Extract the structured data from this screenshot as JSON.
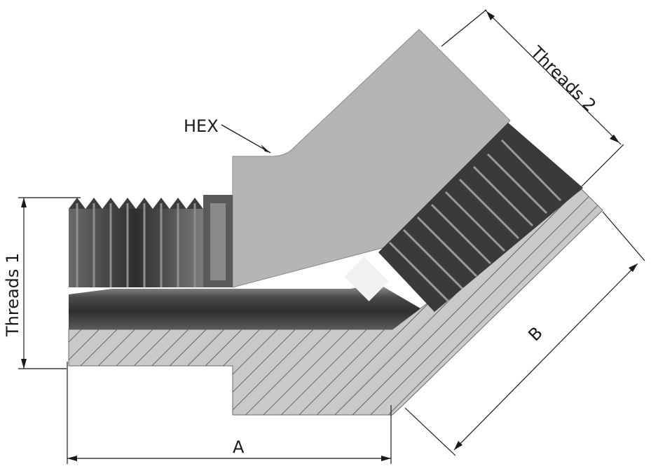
{
  "labels": {
    "hex": "HEX",
    "threads_1": "Threads 1",
    "threads_2": "Threads 2",
    "dim_a": "A",
    "dim_b": "B"
  },
  "colors": {
    "body_gray": "#b5b5b5",
    "thread_dark": "#4a4a4a",
    "bore_dark": "#3a3a3a",
    "line": "#1a1a1a"
  }
}
